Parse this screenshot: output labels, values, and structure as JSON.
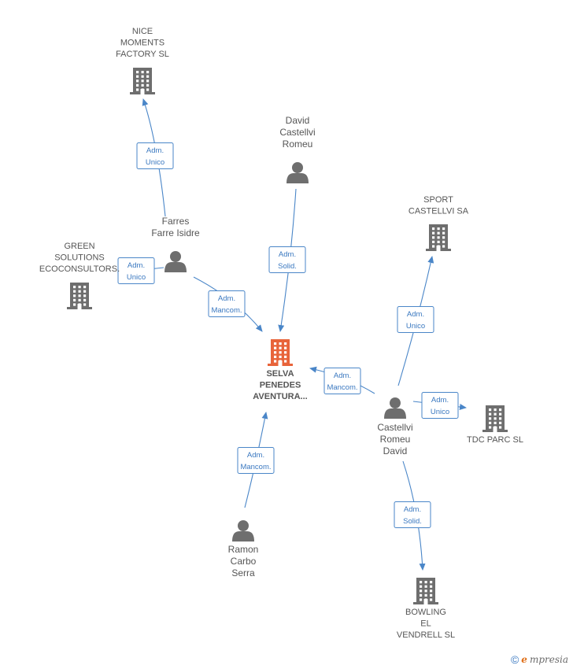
{
  "colors": {
    "edge": "#4a86c8",
    "edge_text": "#3a78c0",
    "node_gray": "#6e6e6e",
    "node_focus": "#e8643a",
    "label": "#555555"
  },
  "nodes": {
    "nice_moments": {
      "kind": "company",
      "label": [
        "NICE",
        "MOMENTS",
        "FACTORY  SL"
      ]
    },
    "green_solutions": {
      "kind": "company",
      "label": [
        "GREEN",
        "SOLUTIONS",
        "ECOCONSULTORS."
      ]
    },
    "sport_castellvi": {
      "kind": "company",
      "label": [
        "SPORT",
        "CASTELLVI SA"
      ]
    },
    "selva_penedes": {
      "kind": "company-focus",
      "label": [
        "SELVA",
        "PENEDES",
        "AVENTURA..."
      ]
    },
    "tdc_parc": {
      "kind": "company",
      "label": [
        "TDC PARC SL"
      ]
    },
    "bowling": {
      "kind": "company",
      "label": [
        "BOWLING",
        "EL",
        "VENDRELL  SL"
      ]
    },
    "david_castellvi": {
      "kind": "person",
      "label": [
        "David",
        "Castellvi",
        "Romeu"
      ]
    },
    "farres": {
      "kind": "person",
      "label": [
        "Farres",
        "Farre Isidre"
      ]
    },
    "castellvi_romeu_david": {
      "kind": "person",
      "label": [
        "Castellvi",
        "Romeu",
        "David"
      ]
    },
    "ramon_carbo": {
      "kind": "person",
      "label": [
        "Ramon",
        "Carbo",
        "Serra"
      ]
    }
  },
  "edges": [
    {
      "from": "farres",
      "to": "nice_moments",
      "label": [
        "Adm.",
        "Unico"
      ]
    },
    {
      "from": "farres",
      "to": "green_solutions",
      "label": [
        "Adm.",
        "Unico"
      ]
    },
    {
      "from": "farres",
      "to": "selva_penedes",
      "label": [
        "Adm.",
        "Mancom."
      ]
    },
    {
      "from": "david_castellvi",
      "to": "selva_penedes",
      "label": [
        "Adm.",
        "Solid."
      ]
    },
    {
      "from": "castellvi_romeu_david",
      "to": "selva_penedes",
      "label": [
        "Adm.",
        "Mancom."
      ]
    },
    {
      "from": "castellvi_romeu_david",
      "to": "sport_castellvi",
      "label": [
        "Adm.",
        "Unico"
      ]
    },
    {
      "from": "castellvi_romeu_david",
      "to": "tdc_parc",
      "label": [
        "Adm.",
        "Unico"
      ]
    },
    {
      "from": "castellvi_romeu_david",
      "to": "bowling",
      "label": [
        "Adm.",
        "Solid."
      ]
    },
    {
      "from": "ramon_carbo",
      "to": "selva_penedes",
      "label": [
        "Adm.",
        "Mancom."
      ]
    }
  ],
  "footer": {
    "copyright": "©",
    "brand_initial": "e",
    "brand_rest": "mpresia"
  }
}
